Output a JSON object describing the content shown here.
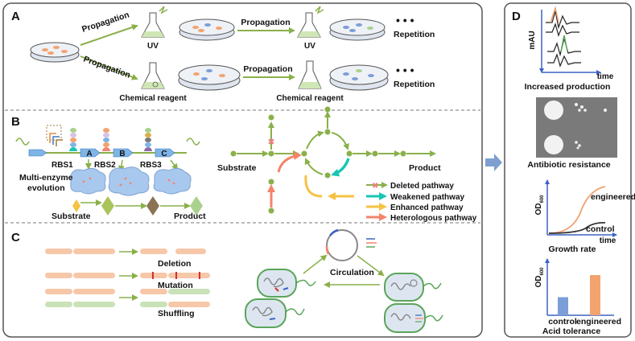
{
  "colors": {
    "arrow_green": "#8ab04a",
    "panel_border": "#555555",
    "dish_fill": "#dfe5ee",
    "colony_orange": "#f2a36f",
    "colony_blue": "#7b9ed6",
    "colony_green": "#a9d18e",
    "deleted": "#f08080",
    "weakened": "#19c6b4",
    "enhanced": "#f5c242",
    "heterologous": "#f4846a",
    "enzyme_blob": "#a9c8ee",
    "dna_orange": "#f6c7a8",
    "dna_green": "#c9e2b7",
    "cell_fill": "#dde6f0",
    "cell_border": "#5aa55a",
    "engineered_line": "#f0a070",
    "control_line": "#333333",
    "bar_control": "#7b9ed6",
    "bar_engineered": "#f2a36f",
    "plate_gray": "#7a7a7a"
  },
  "panels": {
    "A": {
      "letter": "A",
      "propagation": "Propagation",
      "uv": "UV",
      "chemical": "Chemical reagent",
      "repetition": "Repetition",
      "dots": "• • •"
    },
    "B": {
      "letter": "B",
      "rbs": [
        "RBS1",
        "RBS2",
        "RBS3"
      ],
      "genes": [
        "A",
        "B",
        "C"
      ],
      "multi_enzyme": [
        "Multi-enzyme",
        "evolution"
      ],
      "substrate": "Substrate",
      "product": "Product",
      "legend": [
        {
          "label": "Deleted pathway",
          "color_key": "deleted"
        },
        {
          "label": "Weakened pathway",
          "color_key": "weakened"
        },
        {
          "label": "Enhanced pathway",
          "color_key": "enhanced"
        },
        {
          "label": "Heterologous pathway",
          "color_key": "heterologous"
        }
      ]
    },
    "C": {
      "letter": "C",
      "deletion": "Deletion",
      "mutation": "Mutation",
      "shuffling": "Shuffling",
      "circulation": "Circulation"
    },
    "D": {
      "letter": "D",
      "mau": "mAU",
      "time": "time",
      "increased_production": "Increased production",
      "antibiotic": "Antibiotic resistance",
      "od": "OD",
      "od_sub": "600",
      "engineered": "engineered",
      "control": "control",
      "growth_rate": "Growth rate",
      "acid_tolerance": "Acid tolerance",
      "bar_values": {
        "control": 0.45,
        "engineered": 1.0
      }
    }
  }
}
